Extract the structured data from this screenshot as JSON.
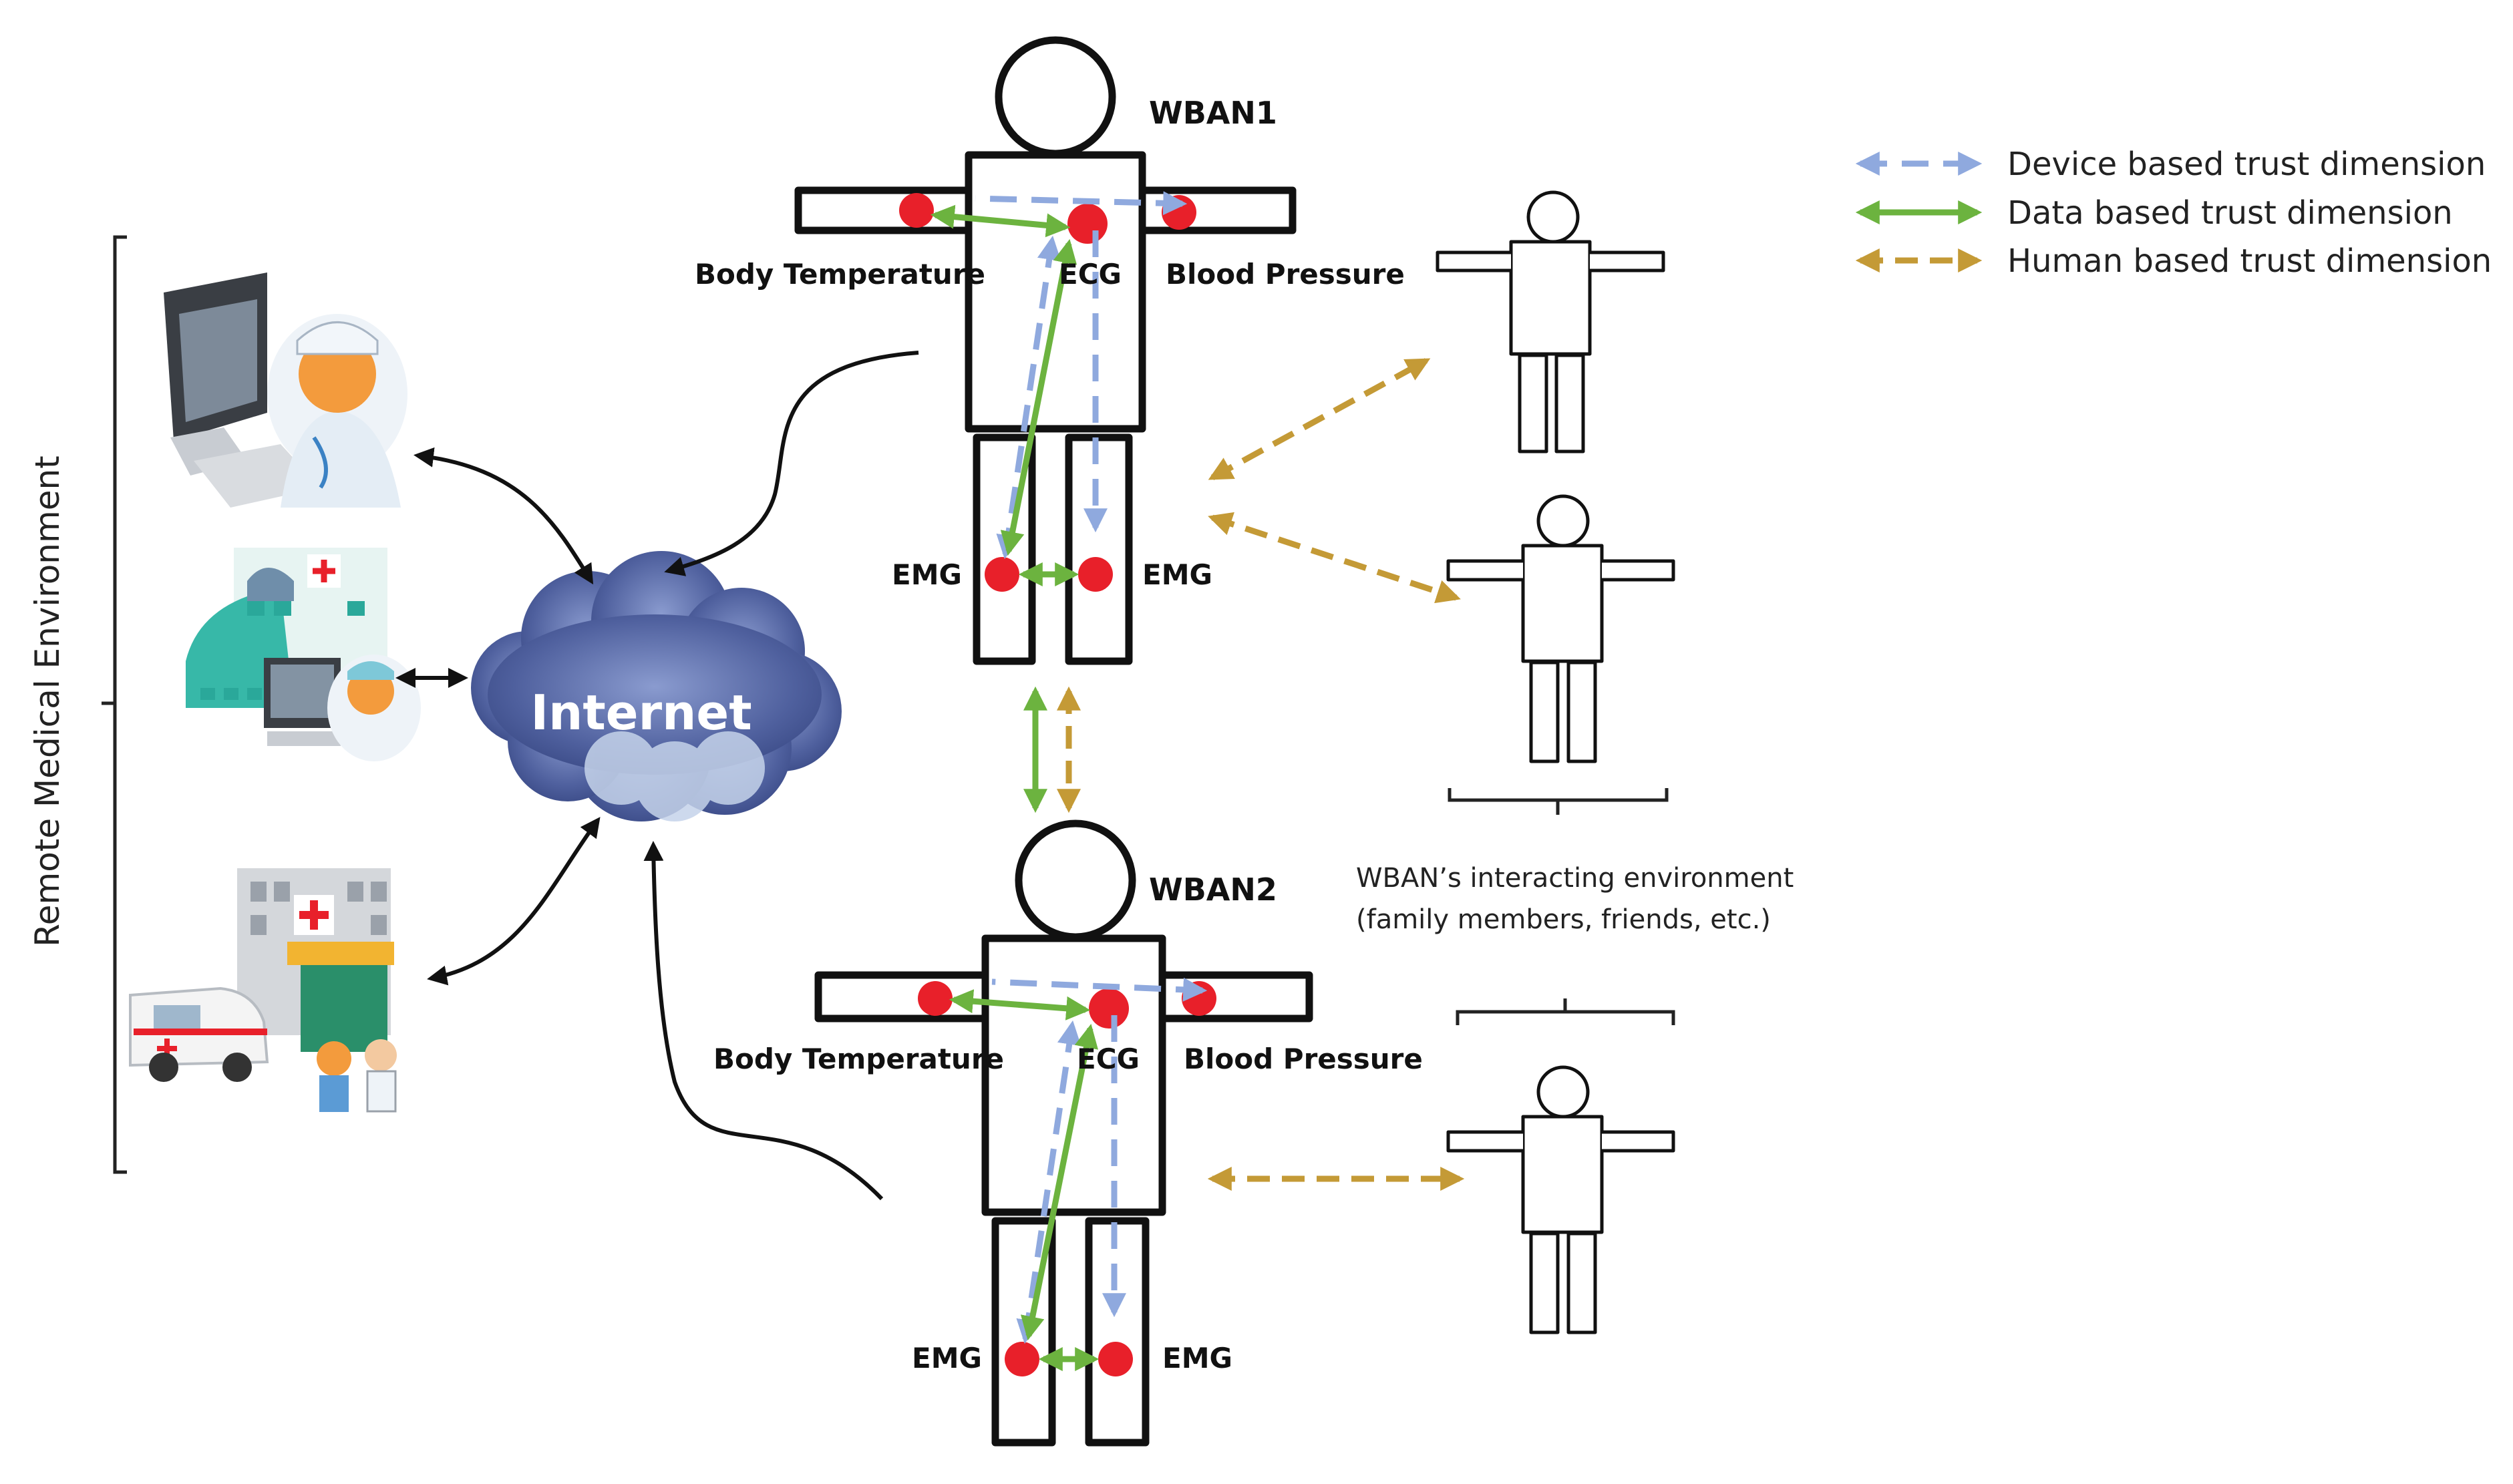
{
  "side_label": "Remote Medical Environment",
  "internet_label": "Internet",
  "wban1": {
    "title": "WBAN1",
    "sensors": {
      "body_temperature": "Body Temperature",
      "ecg": "ECG",
      "blood_pressure": "Blood Pressure",
      "emg_left": "EMG",
      "emg_right": "EMG"
    }
  },
  "wban2": {
    "title": "WBAN2",
    "sensors": {
      "body_temperature": "Body Temperature",
      "ecg": "ECG",
      "blood_pressure": "Blood Pressure",
      "emg_left": "EMG",
      "emg_right": "EMG"
    }
  },
  "legend": [
    {
      "label": "Device based trust dimension",
      "color": "#8fa9de",
      "style": "dashed"
    },
    {
      "label": "Data based trust dimension",
      "color": "#6cb33f",
      "style": "solid"
    },
    {
      "label": "Human based trust dimension",
      "color": "#c49a36",
      "style": "dashed"
    }
  ],
  "environment_label": {
    "line1": "WBAN’s interacting environment",
    "line2": "(family members, friends, etc.)"
  },
  "icons": {
    "doctor": "doctor-computer-icon",
    "hospital": "hospital-database-icon",
    "ambulance": "ambulance-hospital-icon",
    "cloud": "internet-cloud-icon"
  }
}
